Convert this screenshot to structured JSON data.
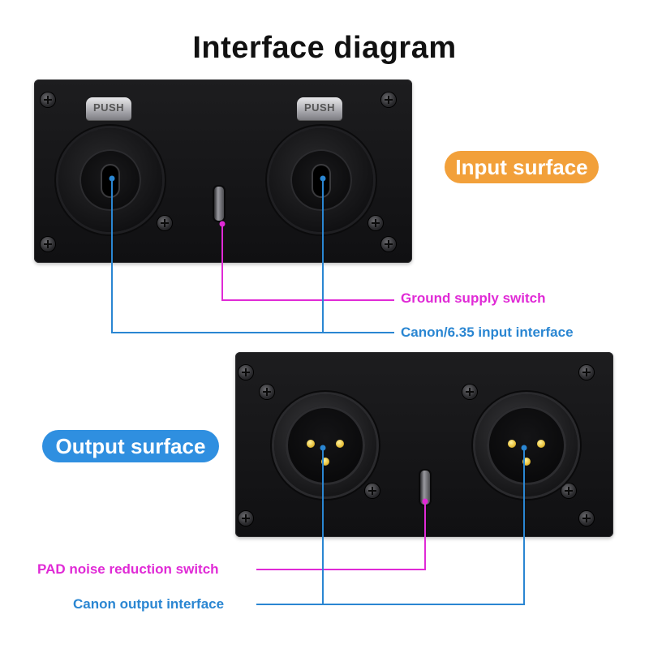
{
  "title": "Interface diagram",
  "input_surface": {
    "badge": "Input surface",
    "latch_label": "PUSH"
  },
  "output_surface": {
    "badge": "Output surface"
  },
  "callouts": {
    "ground_supply_switch": "Ground supply switch",
    "canon_input_interface": "Canon/6.35 input interface",
    "pad_noise_reduction_switch": "PAD noise reduction switch",
    "canon_output_interface": "Canon output interface"
  },
  "colors": {
    "input_badge": "#f2a03a",
    "output_badge": "#2f8fe0",
    "magenta_callout": "#e02ad6",
    "blue_callout": "#2a86d2"
  }
}
